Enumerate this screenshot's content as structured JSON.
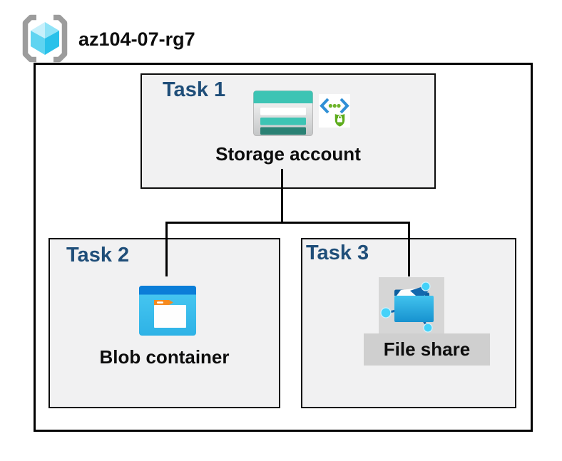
{
  "resource_group": {
    "name": "az104-07-rg7",
    "icon": "resource-group-icon"
  },
  "tasks": [
    {
      "label": "Task 1",
      "resource": "Storage account",
      "icons": [
        "storage-account-icon",
        "secure-access-key-icon"
      ]
    },
    {
      "label": "Task 2",
      "resource": "Blob container",
      "icons": [
        "blob-container-icon"
      ]
    },
    {
      "label": "Task 3",
      "resource": "File share",
      "icons": [
        "file-share-icon"
      ]
    }
  ],
  "connections": [
    {
      "from": "Storage account",
      "to": "Blob container"
    },
    {
      "from": "Storage account",
      "to": "File share"
    }
  ],
  "colors": {
    "task_label_blue": "#1F4E79",
    "box_fill": "#F1F1F2",
    "border_black": "#000000",
    "storage_teal": "#3DC4B4",
    "storage_teal_dark": "#2A8174",
    "blob_top_blue": "#0B7ED8",
    "blob_body_cyan": "#38BCEA",
    "blob_tab_orange": "#F68A1F",
    "folder_back_blue": "#0E5F9F",
    "node_cyan": "#44D2F9",
    "shield_green": "#5FAD1E",
    "chevron_blue": "#3090D6",
    "dot_green": "#6FB42C",
    "file_share_bg_gray": "#D6D6D6",
    "file_share_strip_gray": "#CFCFCF",
    "cube_cyan_light": "#C7F0FB",
    "cube_cyan_dark": "#29C1EA",
    "bracket_gray": "#9C9C9C"
  }
}
